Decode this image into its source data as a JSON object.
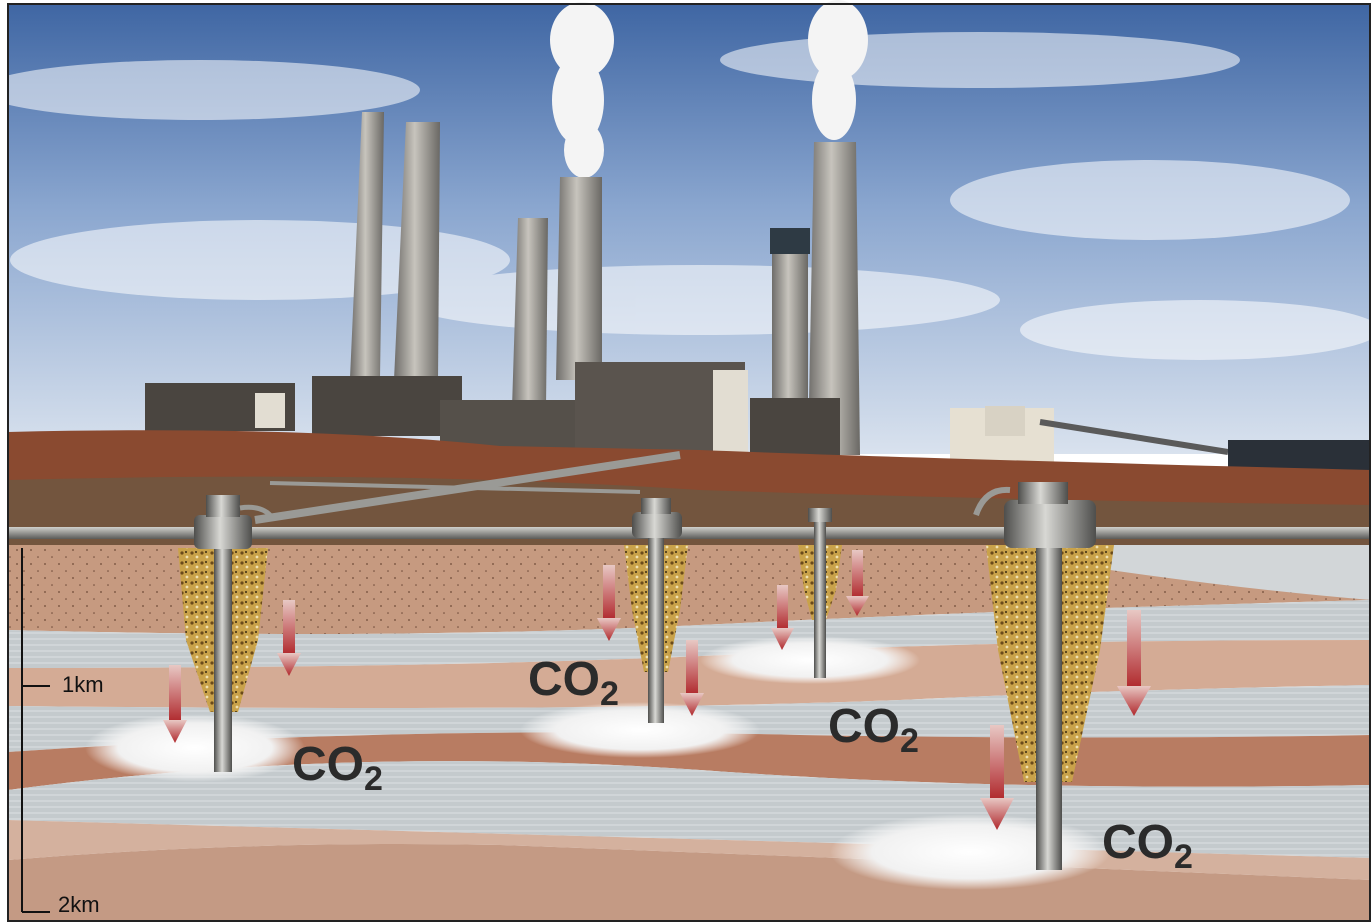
{
  "scale": {
    "label_1": "1km",
    "label_2": "2km"
  },
  "co2_labels": [
    {
      "main": "CO",
      "sub": "2"
    },
    {
      "main": "CO",
      "sub": "2"
    },
    {
      "main": "CO",
      "sub": "2"
    },
    {
      "main": "CO",
      "sub": "2"
    }
  ],
  "colors": {
    "sky_top": "#4a6fa8",
    "sky_bottom": "#c8d6ea",
    "ground_red": "#9a4a2e",
    "shale": "#b88a74",
    "sandstone": "#c9cfd2",
    "arrow": "#b0282c",
    "pipe": "#8a8a86"
  }
}
